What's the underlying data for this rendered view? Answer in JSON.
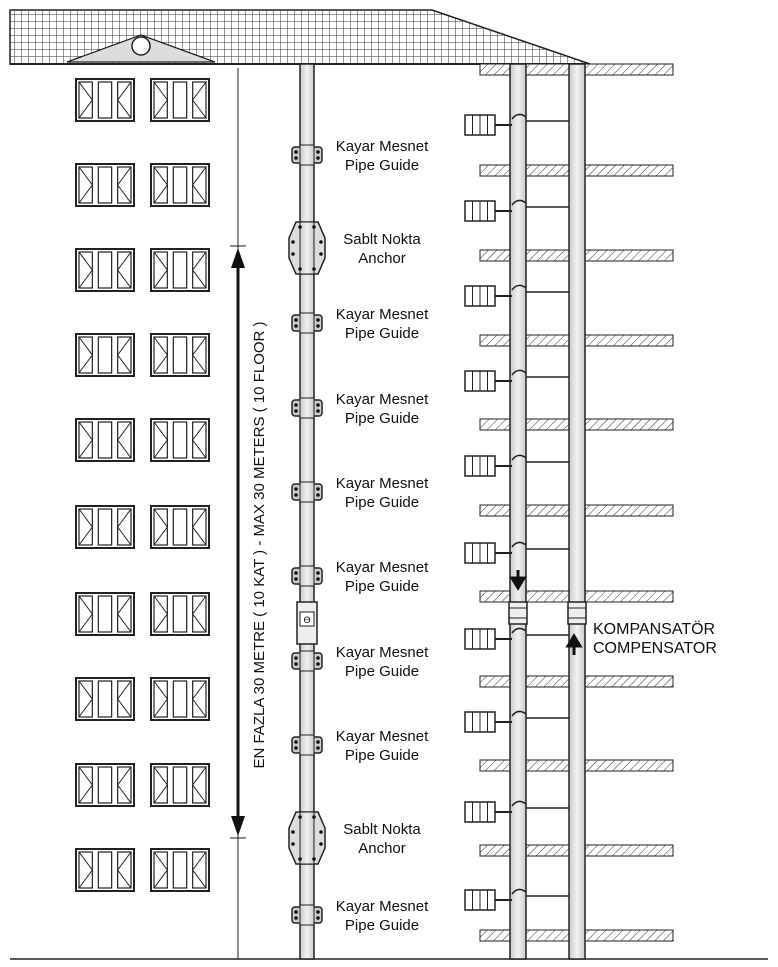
{
  "dimension_label": "EN FAZLA 30 METRE ( 10 KAT ) - MAX 30 METERS ( 10 FLOOR )",
  "supports": [
    {
      "line1": "Kayar Mesnet",
      "line2": "Pipe Guide",
      "kind": "guide"
    },
    {
      "line1": "Sablt Nokta",
      "line2": "Anchor",
      "kind": "anchor"
    },
    {
      "line1": "Kayar Mesnet",
      "line2": "Pipe Guide",
      "kind": "guide"
    },
    {
      "line1": "Kayar Mesnet",
      "line2": "Pipe Guide",
      "kind": "guide"
    },
    {
      "line1": "Kayar Mesnet",
      "line2": "Pipe Guide",
      "kind": "guide"
    },
    {
      "line1": "Kayar Mesnet",
      "line2": "Pipe Guide",
      "kind": "guide"
    },
    {
      "line1": "Kayar Mesnet",
      "line2": "Pipe Guide",
      "kind": "guide"
    },
    {
      "line1": "Kayar Mesnet",
      "line2": "Pipe Guide",
      "kind": "guide"
    },
    {
      "line1": "Sablt Nokta",
      "line2": "Anchor",
      "kind": "anchor"
    },
    {
      "line1": "Kayar Mesnet",
      "line2": "Pipe Guide",
      "kind": "guide"
    }
  ],
  "compensator": {
    "line1": "KOMPANSATÖR",
    "line2": "COMPENSATOR"
  }
}
